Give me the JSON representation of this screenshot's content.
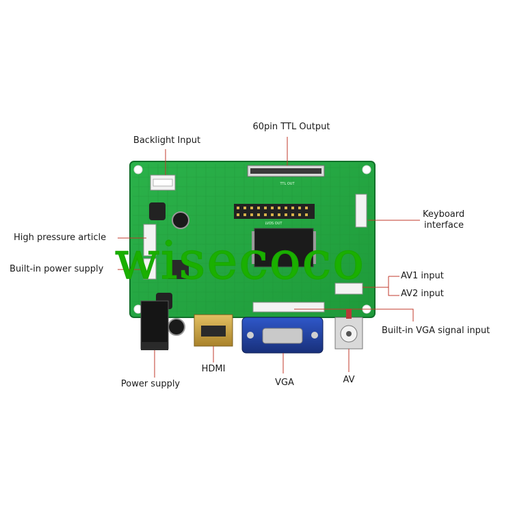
{
  "watermark": "wisecoco",
  "colors": {
    "pcb": "#23a640",
    "pcb_dark": "#157a2c",
    "leader": "#c0392b",
    "watermark": "#22c000",
    "vga": "#1f3f9e",
    "hdmi": "#c9a23c"
  },
  "labels": {
    "ttl_output": "60pin TTL Output",
    "backlight_input": "Backlight Input",
    "keyboard_interface_1": "Keyboard",
    "keyboard_interface_2": "interface",
    "high_pressure": "High pressure article",
    "builtin_power": "Built-in power supply",
    "av1_input": "AV1 input",
    "av2_input": "AV2 input",
    "vga_signal": "Built-in VGA signal input",
    "power_supply": "Power supply",
    "hdmi": "HDMI",
    "vga": "VGA",
    "av": "AV"
  },
  "board_silkscreen": {
    "ttl_out": "TTL OUT",
    "lvds_out": "LVDS OUT"
  }
}
